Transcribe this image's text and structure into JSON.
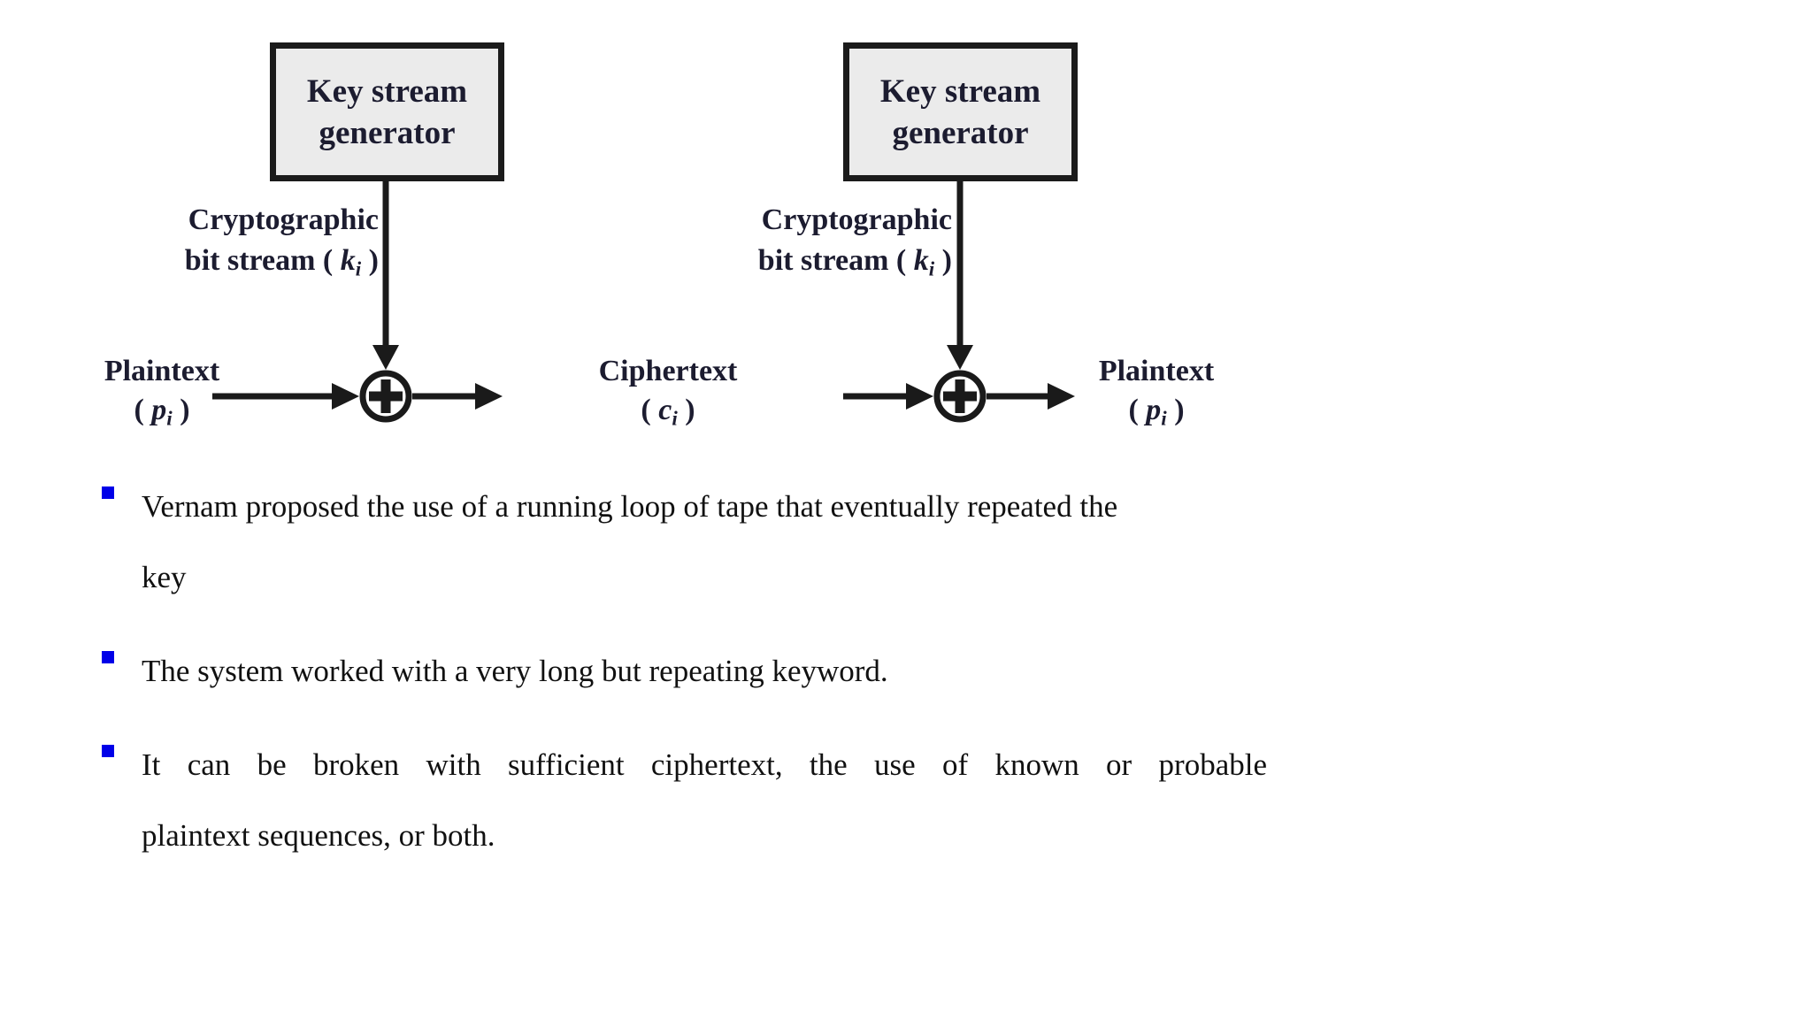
{
  "slide": {
    "background": "#ffffff"
  },
  "diagram": {
    "generator_left": {
      "label": "Key stream generator"
    },
    "generator_right": {
      "label": "Key stream generator"
    },
    "keystream_label_left": {
      "line1": "Cryptographic",
      "line2_pre": "bit stream ( ",
      "line2_var": "k",
      "line2_sub": "i",
      "line2_post": " )"
    },
    "keystream_label_right": {
      "line1": "Cryptographic",
      "line2_pre": "bit stream ( ",
      "line2_var": "k",
      "line2_sub": "i",
      "line2_post": " )"
    },
    "plaintext_in_label": {
      "title": "Plaintext",
      "pre": "( ",
      "var": "p",
      "sub": "i",
      "post": " )"
    },
    "ciphertext_label": {
      "title": "Ciphertext",
      "pre": "( ",
      "var": "c",
      "sub": "i",
      "post": " )"
    },
    "plaintext_out_label": {
      "title": "Plaintext",
      "pre": "( ",
      "var": "p",
      "sub": "i",
      "post": " )"
    },
    "colors": {
      "box_fill": "#ebebeb",
      "box_border": "#1b1b1b",
      "line": "#1a1a1a",
      "text": "#1c1c30"
    }
  },
  "bullets": {
    "marker_color": "#0000e8",
    "items": [
      {
        "lines": [
          "Vernam proposed the use of a running loop of tape that eventually repeated the",
          "key"
        ]
      },
      {
        "lines": [
          "The system worked with a very long but repeating keyword."
        ]
      },
      {
        "lines": [
          "It can be broken with sufficient ciphertext, the use of known or probable",
          "plaintext sequences, or both."
        ]
      }
    ]
  }
}
